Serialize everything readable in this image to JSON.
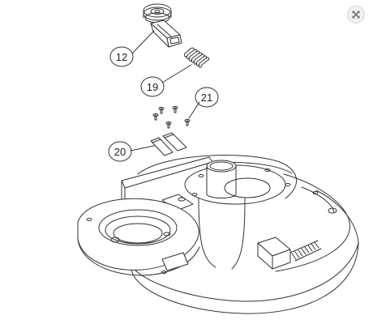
{
  "viewer": {
    "close_icon": "close-icon"
  },
  "diagram": {
    "callouts": [
      {
        "id": "c12",
        "label": "12"
      },
      {
        "id": "c19",
        "label": "19"
      },
      {
        "id": "c21",
        "label": "21"
      },
      {
        "id": "c20",
        "label": "20"
      }
    ]
  },
  "colors": {
    "line": "#333333",
    "background": "#ffffff"
  }
}
